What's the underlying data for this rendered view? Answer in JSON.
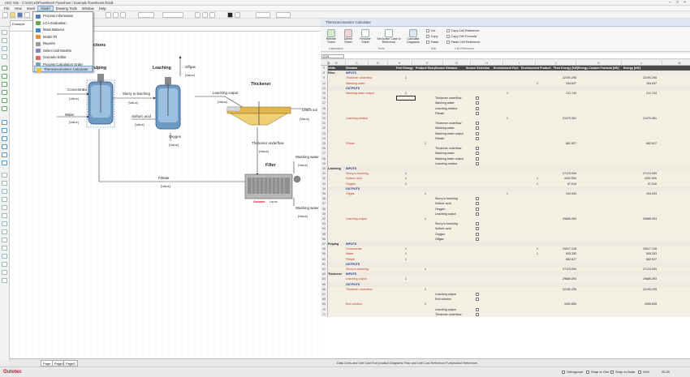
{
  "window": {
    "title": "HSC Sim - C:\\HSC10\\Flowsheet\\ Flowsheet / Example flowsheets.fsmdl",
    "min": "–",
    "max": "□",
    "close": "×"
  },
  "menubar": [
    "File",
    "View",
    "Insert",
    "Model",
    "Drawing Tools",
    "Window",
    "Help"
  ],
  "active_menu": "Model",
  "document_tab": "Example flowsheet",
  "model_menu": {
    "items": [
      {
        "label": "Process Information",
        "icon_color": "#4f81bd"
      },
      {
        "label": "LCA Evaluation",
        "icon_color": "#6aa84f"
      },
      {
        "label": "Mass Balance",
        "icon_color": "#3d85c6"
      },
      {
        "label": "Model Fit",
        "icon_color": "#e69138"
      },
      {
        "label": "Reports",
        "icon_color": "#999999"
      },
      {
        "label": "Select Unit Models",
        "icon_color": "#8e7cc3"
      },
      {
        "label": "Scenario Editor",
        "icon_color": "#e06666"
      },
      {
        "label": "Process Calculation Order",
        "icon_color": "#76a5af"
      },
      {
        "label": "Thermoeconomics Calculator",
        "icon_color": "#f1c232"
      }
    ],
    "highlighted_index": 8
  },
  "flowsheet": {
    "title": "actions",
    "units": {
      "pulping": "Pulping",
      "leaching": "Leaching",
      "thickener": "Thickener",
      "filter": "Filter"
    },
    "streams": {
      "concentrate": "Concentrate",
      "water": "Water",
      "slurry": "Slurry to leaching",
      "sulfuric": "Sulfuric acid",
      "offgas": "Offgas",
      "oxygen": "Oxygen",
      "leaching_output": "Leaching output",
      "thickener_underflow": "Thickener underflow",
      "filtrate": "Filtrate",
      "washing_water": "Washing water",
      "leach_sol": "Leach sol",
      "water_out": "Washing water"
    },
    "value_tag": "[Value]",
    "thickener_label": "Thickener",
    "filter_brand": "Outotec",
    "filter_model": "Larox"
  },
  "pagetabs": [
    "Page",
    "Page1",
    "Page2"
  ],
  "right_panel": {
    "title": "Thermoeconomics Calculator"
  },
  "ribbon": {
    "buttons": [
      {
        "label": "Refresh Sheet"
      },
      {
        "label": "Delete Sheet"
      },
      {
        "label": "Rename Sheet"
      },
      {
        "label": "Set Active Case to Reference"
      },
      {
        "label": "Calculate Diagrams"
      }
    ],
    "small": [
      "Cut",
      "Copy",
      "Paste",
      "Copy Cell Reference",
      "Copy Cell Formula",
      "Paste Cell Reference"
    ],
    "groups": [
      "Calculation",
      "Tools",
      "Edit",
      "Cell Reference"
    ]
  },
  "namebox": "G19",
  "columns": [
    "A",
    "B",
    "C",
    "D",
    "E",
    "F",
    "G",
    "H",
    "I",
    "J",
    "K",
    "L",
    "M"
  ],
  "header_row": {
    "units": "Units",
    "streams": "Streams",
    "n": "13",
    "units2": "Units",
    "flow": "Fuel Energy",
    "prod": "Product Energy",
    "src": "Source Streams",
    "sel": "Source Selection",
    "env": "Environment Fuel",
    "envp": "Environment Product",
    "flowE": "Flow Energy [kW]",
    "ecf": "Energy Custom Formula [kW]",
    "exergy": "Exergy [kW]"
  },
  "rows": [
    {
      "n": "7",
      "a": "Units",
      "b": "Streams",
      "c": "Fuel Energy",
      "d": "Product Energy",
      "e": "Source Streams",
      "f": "Source Selection",
      "g": "Environment Fuel",
      "h": "Environment Product",
      "i": "Flow Energy [kW]",
      "j": "Energy Custom Formula [kW]",
      "k": "Exergy [kW]",
      "type": "header"
    },
    {
      "n": "8",
      "a": "Filter",
      "b": "INPUTS",
      "type": "sec"
    },
    {
      "n": "9",
      "b": "Thickener underflow",
      "c": "1",
      "i": "22190.295",
      "k": "22190.295"
    },
    {
      "n": "12",
      "b": "Washing water",
      "h": "1",
      "i": "154.637",
      "k": "154.637"
    },
    {
      "n": "13",
      "b": "OUTPUTS",
      "type": "sec"
    },
    {
      "n": "15",
      "b": "Washing water output",
      "c": "1",
      "g": "1",
      "i": "211.744",
      "k": "211.744"
    },
    {
      "n": "16",
      "e": "Thickener underflow",
      "cb": true
    },
    {
      "n": "17",
      "e": "Washing water",
      "cb": true
    },
    {
      "n": "18",
      "e": "Leaching residue",
      "cb": true
    },
    {
      "n": "19",
      "e": "Filtrate",
      "cb": true
    },
    {
      "n": "20",
      "b": "Leaching residue",
      "g": "1",
      "i": "21475.361",
      "k": "21475.361"
    },
    {
      "n": "21",
      "e": "Thickener underflow",
      "cb": true
    },
    {
      "n": "22",
      "e": "Washing water",
      "cb": true
    },
    {
      "n": "23",
      "e": "Washing water output",
      "cb": true
    },
    {
      "n": "24",
      "e": "Filtrate",
      "cb": true
    },
    {
      "n": "25",
      "b": "Filtrate",
      "d": "1",
      "i": "682.627",
      "k": "682.627"
    },
    {
      "n": "26",
      "e": "Thickener underflow",
      "cb": true
    },
    {
      "n": "27",
      "e": "Washing water",
      "cb": true
    },
    {
      "n": "28",
      "e": "Washing water output",
      "cb": true
    },
    {
      "n": "29",
      "e": "Leaching residue",
      "cb": true
    },
    {
      "n": "30",
      "a": "Leaching",
      "b": "INPUTS",
      "type": "sec"
    },
    {
      "n": "31",
      "b": "Slurry to leaching",
      "c": "1",
      "i": "27123.009",
      "k": "27123.009"
    },
    {
      "n": "32",
      "b": "Sulfuric acid",
      "c": "1",
      "h": "1",
      "i": "4342.500",
      "k": "4342.500"
    },
    {
      "n": "33",
      "b": "Oxygen",
      "c": "1",
      "h": "1",
      "i": "57.016",
      "k": "57.016"
    },
    {
      "n": "34",
      "b": "OUTPUTS",
      "type": "sec"
    },
    {
      "n": "35",
      "b": "Offgas",
      "d": "1",
      "g": "1",
      "i": "194.093",
      "k": "194.093"
    },
    {
      "n": "36",
      "e": "Slurry to leaching",
      "cb": true
    },
    {
      "n": "37",
      "e": "Sulfuric acid",
      "cb": true
    },
    {
      "n": "38",
      "e": "Oxygen",
      "cb": true
    },
    {
      "n": "39",
      "e": "Leaching output",
      "cb": true
    },
    {
      "n": "52",
      "b": "Leaching output",
      "d": "1",
      "i": "29685.393",
      "k": "29685.393"
    },
    {
      "n": "53",
      "e": "Slurry to leaching",
      "cb": true
    },
    {
      "n": "54",
      "e": "Sulfuric acid",
      "cb": true
    },
    {
      "n": "55",
      "e": "Oxygen",
      "cb": true
    },
    {
      "n": "56",
      "e": "Offgas",
      "cb": true
    },
    {
      "n": "57",
      "a": "Pulping",
      "b": "INPUTS",
      "type": "sec"
    },
    {
      "n": "58",
      "b": "Concentrate",
      "c": "1",
      "h": "1",
      "i": "25917.128",
      "k": "25917.128"
    },
    {
      "n": "59",
      "b": "Water",
      "c": "1",
      "h": "1",
      "i": "505.253",
      "k": "505.253"
    },
    {
      "n": "60",
      "b": "Filtrate",
      "c": "1",
      "i": "682.627",
      "k": "682.627"
    },
    {
      "n": "61",
      "b": "OUTPUTS",
      "type": "sec"
    },
    {
      "n": "62",
      "b": "Slurry to leaching",
      "d": "1",
      "i": "27123.009",
      "k": "27123.009"
    },
    {
      "n": "63",
      "a": "Thickener",
      "b": "INPUTS",
      "type": "sec"
    },
    {
      "n": "64",
      "b": "Leaching output",
      "c": "1",
      "i": "29685.393",
      "k": "29685.393"
    },
    {
      "n": "65",
      "b": "OUTPUTS",
      "type": "sec"
    },
    {
      "n": "66",
      "b": "Thickener underflow",
      "d": "1",
      "i": "22190.295",
      "k": "22190.295"
    },
    {
      "n": "67",
      "e": "Leaching output",
      "cb": true
    },
    {
      "n": "68",
      "e": "End solution",
      "cb": true
    },
    {
      "n": "69",
      "b": "End solution",
      "d": "1",
      "i": "3490.695",
      "k": "3490.695"
    },
    {
      "n": "70",
      "e": "Leaching output",
      "cb": true
    },
    {
      "n": "71",
      "e": "Thickener underflow",
      "cb": true
    }
  ],
  "sheettabs": "Data   Cons and Unit Cost   Fuel product   Diagrams   Flow and Unit Cost Reference   Fuelproduct Reference",
  "status": {
    "orthogonal": "Orthogonal",
    "snap_grid": "Snap to Grid",
    "snap_node": "Snap to Node",
    "grid": "Grid",
    "zoom": "25.39"
  }
}
